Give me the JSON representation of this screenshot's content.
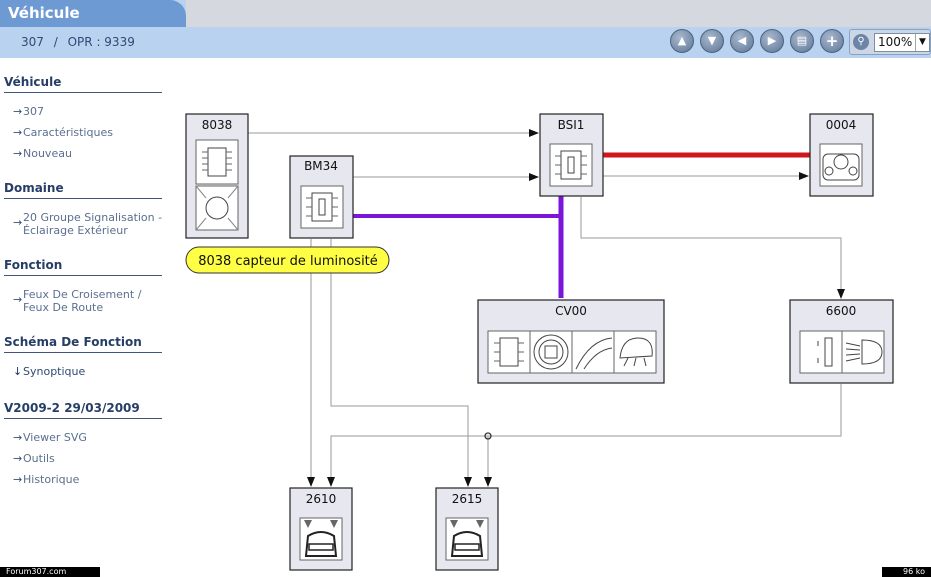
{
  "window": {
    "title": "Véhicule"
  },
  "breadcrumb": {
    "model": "307",
    "separator": "/",
    "opr": "OPR : 9339"
  },
  "toolbar": {
    "buttons": [
      {
        "name": "up-arrow-icon",
        "glyph": "▲"
      },
      {
        "name": "down-arrow-icon",
        "glyph": "▼"
      },
      {
        "name": "left-arrow-icon",
        "glyph": "◀"
      },
      {
        "name": "right-arrow-icon",
        "glyph": "▶"
      },
      {
        "name": "print-icon",
        "glyph": "▤"
      },
      {
        "name": "plus-icon",
        "glyph": "+"
      }
    ],
    "zoom": {
      "icon": "magnifier-icon",
      "value": "100%"
    }
  },
  "sidebar": {
    "sections": [
      {
        "title": "Véhicule",
        "items": [
          {
            "arrow": "→",
            "label": "307"
          },
          {
            "arrow": "→",
            "label": "Caractéristiques"
          },
          {
            "arrow": "→",
            "label": "Nouveau"
          }
        ]
      },
      {
        "title": "Domaine",
        "items": [
          {
            "arrow": "→",
            "label": "20 Groupe Signalisation - Éclairage Extérieur"
          }
        ]
      },
      {
        "title": "Fonction",
        "items": [
          {
            "arrow": "→",
            "label": "Feux De Croisement / Feux De Route"
          }
        ]
      },
      {
        "title": "Schéma De Fonction",
        "items": [
          {
            "arrow": "↓",
            "label": "Synoptique"
          }
        ]
      },
      {
        "title": "V2009-2 29/03/2009",
        "items": [
          {
            "arrow": "→",
            "label": "Viewer SVG"
          },
          {
            "arrow": "→",
            "label": "Outils"
          },
          {
            "arrow": "→",
            "label": "Historique"
          }
        ]
      }
    ]
  },
  "diagram": {
    "components": {
      "c8038": "8038",
      "bm34": "BM34",
      "bsi1": "BSI1",
      "c0004": "0004",
      "cv00": "CV00",
      "c6600": "6600",
      "c2610": "2610",
      "c2615": "2615"
    },
    "tooltip": "8038 capteur de luminosité",
    "colors": {
      "red_link": "#d0161a",
      "purple_link": "#7a16d8",
      "tooltip_bg": "#ffff44"
    }
  },
  "footer": {
    "left": "Forum307.com",
    "right": "96 ko"
  }
}
